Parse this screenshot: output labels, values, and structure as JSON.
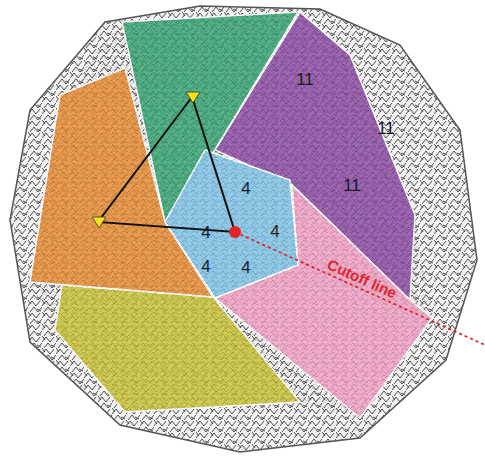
{
  "diagram": {
    "labels": [
      "11",
      "11",
      "11",
      "4",
      "4",
      "4",
      "4",
      "4",
      "Cutoff line"
    ]
  }
}
